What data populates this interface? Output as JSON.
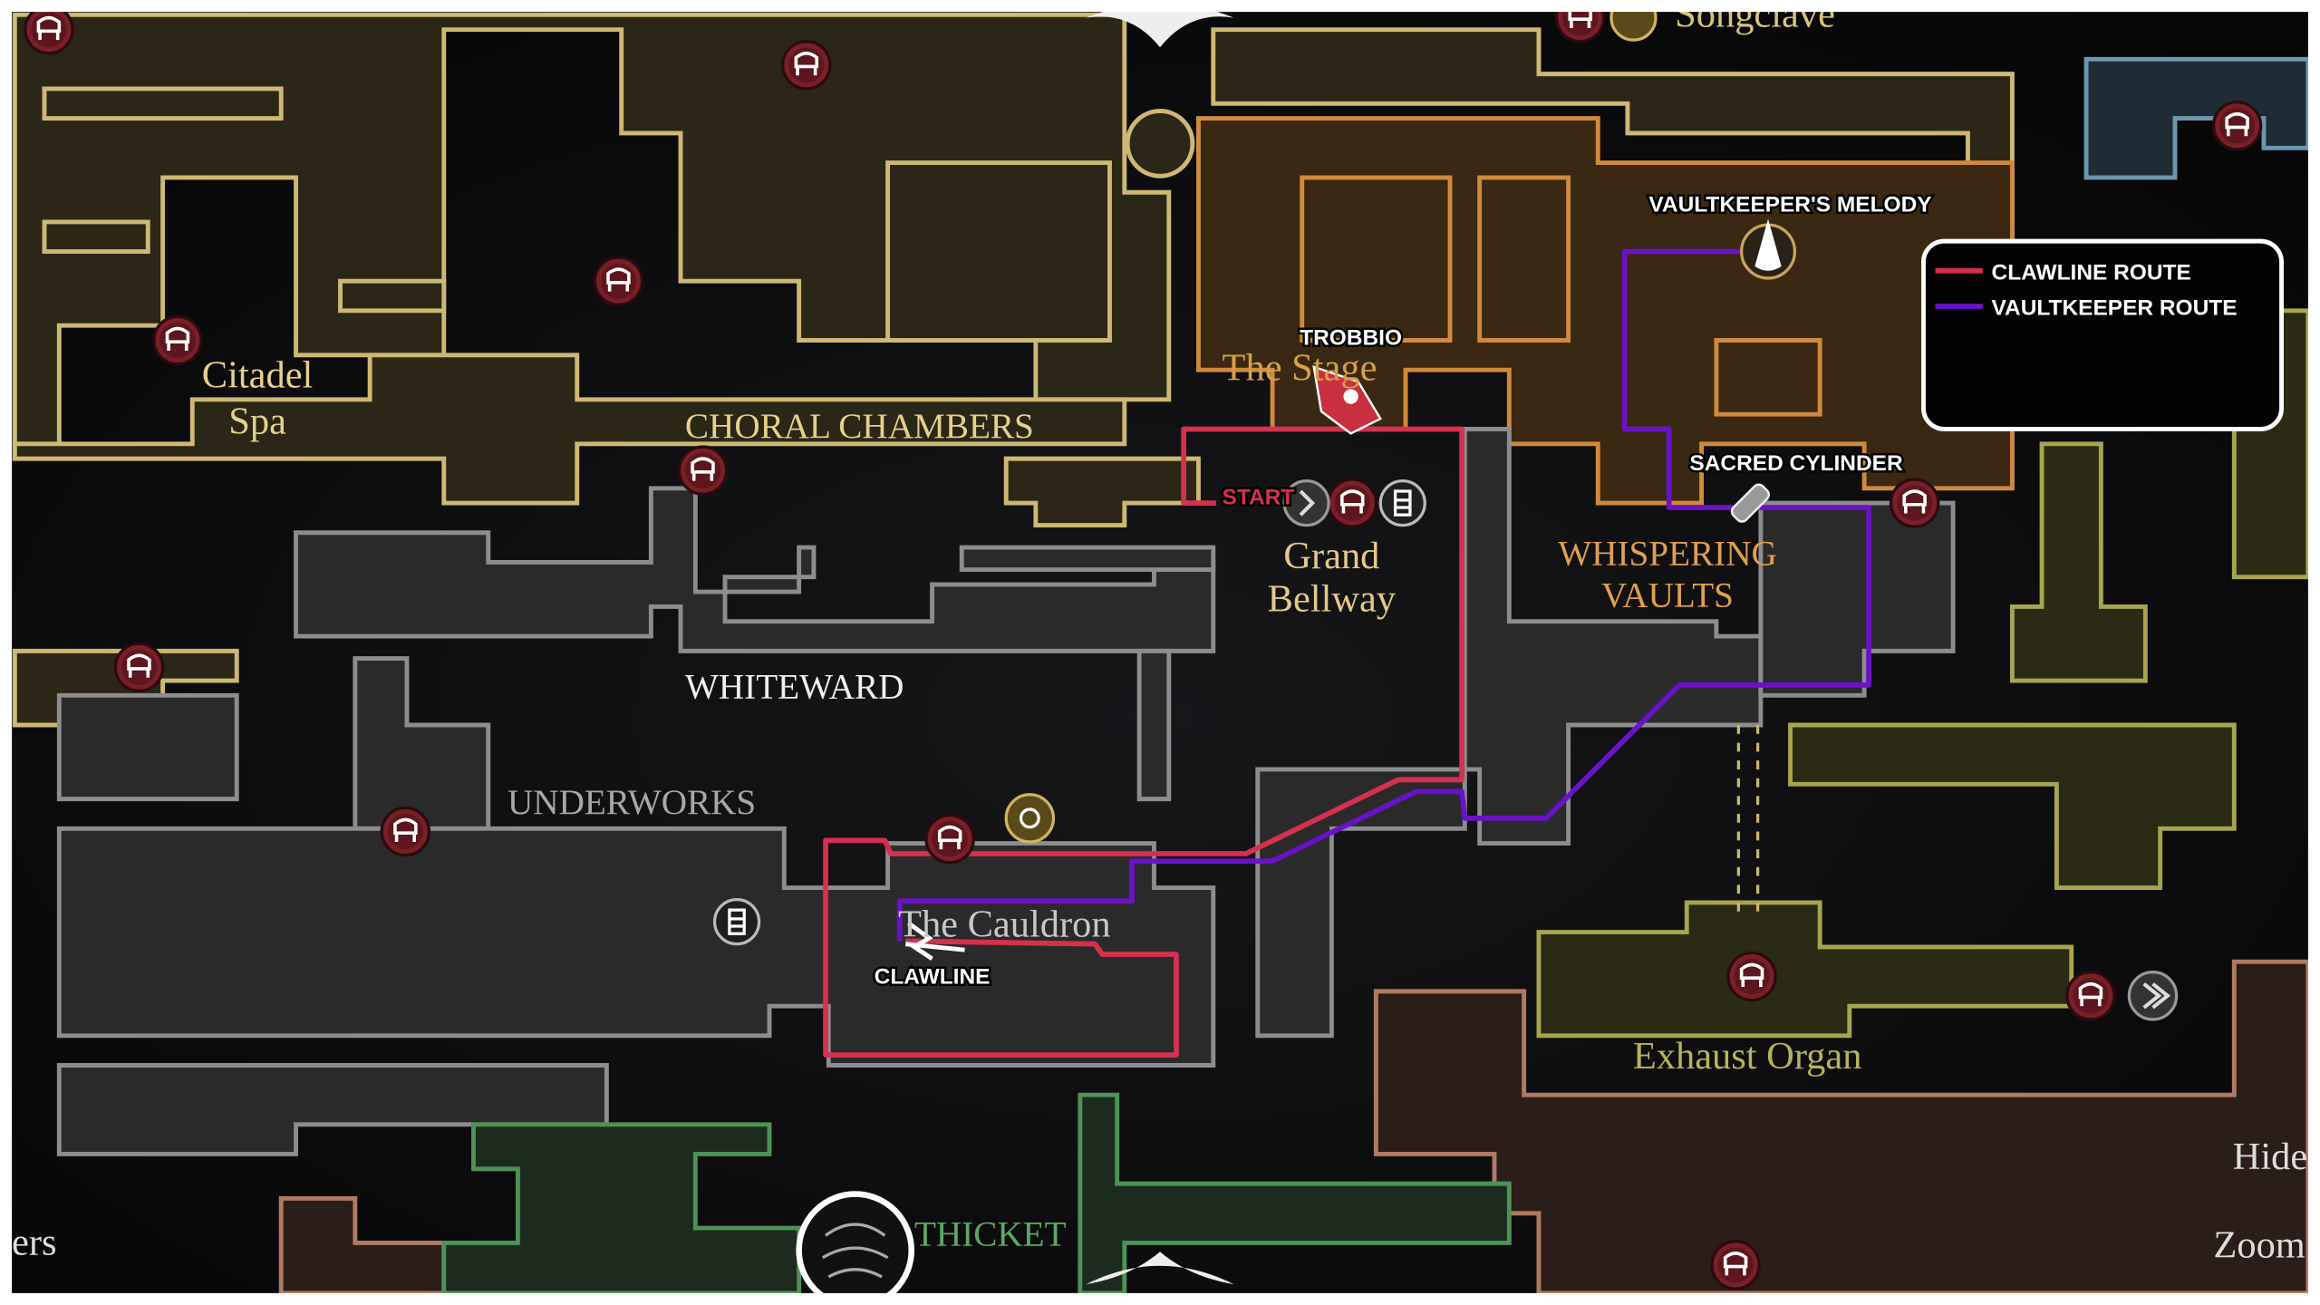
{
  "places": {
    "songclave": "Songclave",
    "citadel_spa": [
      "Citadel",
      "Spa"
    ],
    "choral_chambers": "CHORAL CHAMBERS",
    "whiteward": "WHITEWARD",
    "underworks": "UNDERWORKS",
    "the_stage": "The Stage",
    "grand_bellway": [
      "Grand",
      "Bellway"
    ],
    "whispering_vaults": [
      "WHISPERING",
      "VAULTS"
    ],
    "the_cauldron": "The Cauldron",
    "exhaust_organ": "Exhaust Organ",
    "thicket": "THICKET",
    "edge_left": "ers",
    "edge_hide": "Hide",
    "edge_zoom": "Zoom"
  },
  "annotations": {
    "trobbio": "TROBBIO",
    "start": "START",
    "vaultkeepers_melody": "VAULTKEEPER'S MELODY",
    "sacred_cylinder": "SACRED CYLINDER",
    "clawline": "CLAWLINE"
  },
  "legend": {
    "items": [
      {
        "label": "CLAWLINE ROUTE",
        "color": "#d6304f"
      },
      {
        "label": "VAULTKEEPER ROUTE",
        "color": "#6a12c8"
      }
    ]
  },
  "colors": {
    "clawline_route": "#d6304f",
    "vaultkeeper_route": "#6a12c8",
    "bench_marker": "#7a1f28",
    "background": "#0b0b0c"
  }
}
